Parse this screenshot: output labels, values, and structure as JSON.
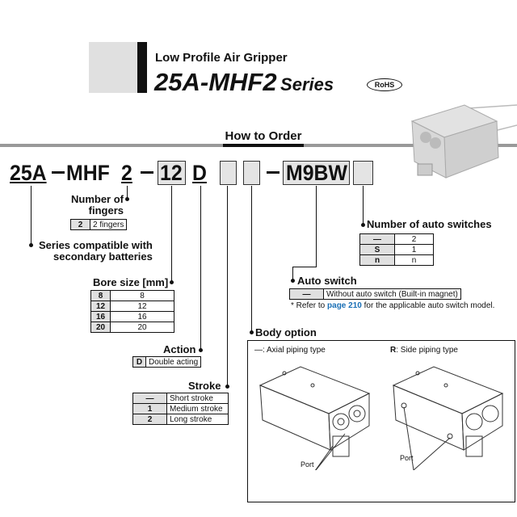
{
  "header": {
    "subtitle": "Low Profile Air Gripper",
    "model": "25A-MHF2",
    "series": "Series",
    "rohs": "RoHS"
  },
  "section_title": "How to Order",
  "code": {
    "prefix": "25A",
    "mhf": "MHF",
    "fingers": "2",
    "bore": "12",
    "action": "D",
    "switch": "M9BW"
  },
  "fingers": {
    "label_1": "Number of",
    "label_2": "fingers",
    "rows": [
      {
        "k": "2",
        "v": "2 fingers"
      }
    ]
  },
  "series_note": {
    "line1": "Series compatible with",
    "line2": "secondary batteries"
  },
  "bore": {
    "label": "Bore size [mm]",
    "rows": [
      {
        "k": "8",
        "v": "8"
      },
      {
        "k": "12",
        "v": "12"
      },
      {
        "k": "16",
        "v": "16"
      },
      {
        "k": "20",
        "v": "20"
      }
    ]
  },
  "action": {
    "label": "Action",
    "rows": [
      {
        "k": "D",
        "v": "Double acting"
      }
    ]
  },
  "stroke": {
    "label": "Stroke",
    "rows": [
      {
        "k": "—",
        "v": "Short stroke"
      },
      {
        "k": "1",
        "v": "Medium stroke"
      },
      {
        "k": "2",
        "v": "Long stroke"
      }
    ]
  },
  "num_switches": {
    "label": "Number of auto switches",
    "rows": [
      {
        "k": "—",
        "v": "2"
      },
      {
        "k": "S",
        "v": "1"
      },
      {
        "k": "n",
        "v": "n"
      }
    ]
  },
  "auto_switch": {
    "label": "Auto switch",
    "rows": [
      {
        "k": "—",
        "v": "Without auto switch (Built-in magnet)"
      }
    ],
    "note_pre": "* Refer to ",
    "note_link": "page 210",
    "note_post": " for the applicable auto switch model."
  },
  "body_option": {
    "label": "Body option",
    "axial_key": "—",
    "axial": ": Axial piping type",
    "side_key": "R",
    "side": ": Side piping type",
    "port": "Port",
    "link_color": "#1a6fb5"
  }
}
